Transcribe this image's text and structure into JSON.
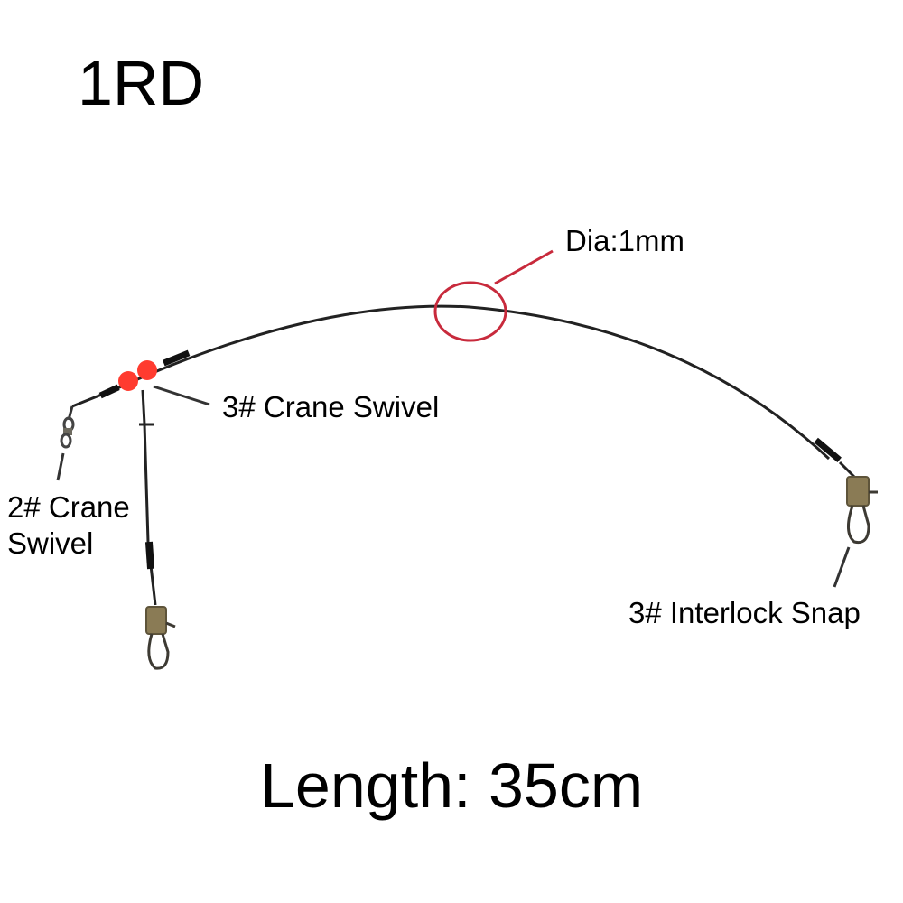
{
  "model": "1RD",
  "diameter_label": "Dia:1mm",
  "crane_swivel_3_label": "3# Crane Swivel",
  "crane_swivel_2_label": "2# Crane Swivel",
  "interlock_snap_label": "3# Interlock Snap",
  "length_label": "Length: 35cm",
  "colors": {
    "wire": "#222222",
    "bead": "#ff3b2f",
    "callout": "#c82a3c",
    "hardware": "#8a7b55"
  }
}
